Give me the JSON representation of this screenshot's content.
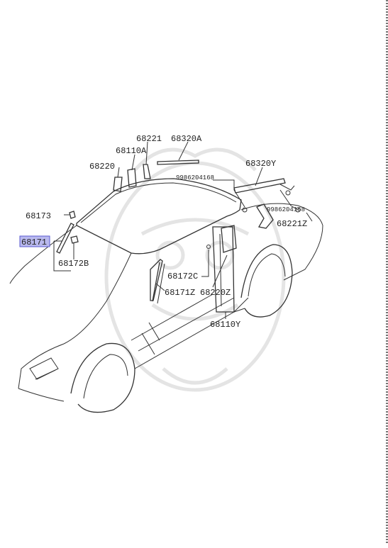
{
  "parts": {
    "p68221": "68221",
    "p68320A": "68320A",
    "p68110A": "68110A",
    "p68220": "68220",
    "p68320Y": "68320Y",
    "p9986204168a": "9986204168",
    "p9986204168b": "9986204168",
    "p68173": "68173",
    "p68171": "68171",
    "p68172B": "68172B",
    "p68221Z": "68221Z",
    "p68172C": "68172C",
    "p68171Z": "68171Z",
    "p68220Z": "68220Z",
    "p68110Y": "68110Y"
  },
  "highlight": {
    "part": "68171",
    "color": "#b9b9ee"
  }
}
